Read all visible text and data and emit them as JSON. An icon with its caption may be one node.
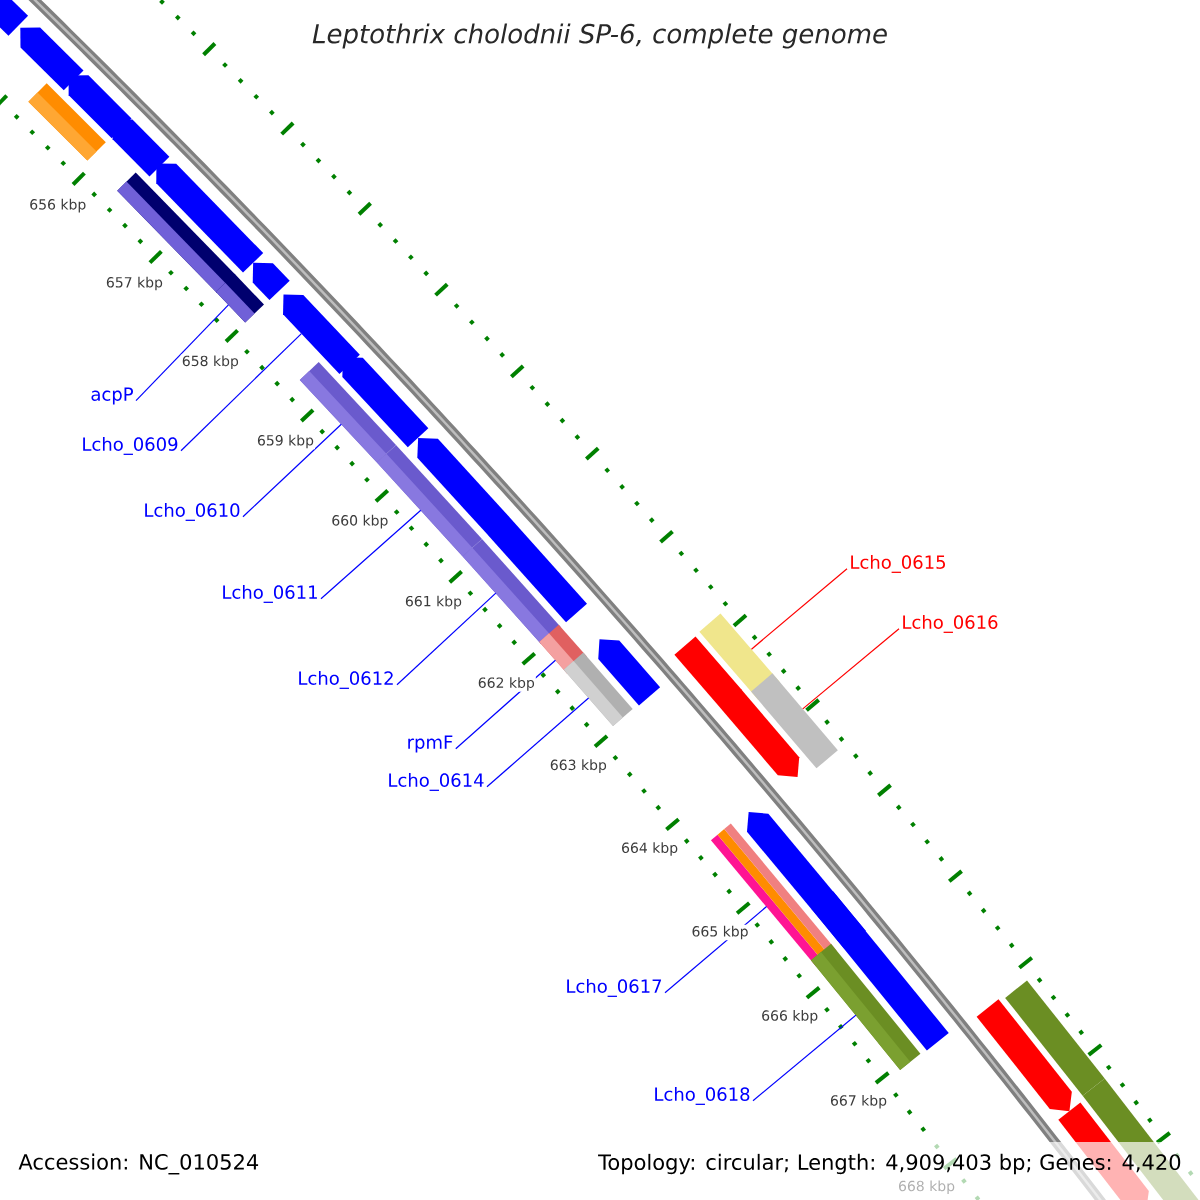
{
  "diagram": {
    "title": "Leptothrix cholodnii SP-6, complete genome",
    "nodes": [
      {
        "text": [
          "acpP"
        ]
      },
      {
        "text": [
          "Lcho_0609"
        ]
      },
      {
        "text": [
          "Lcho_0610"
        ]
      },
      {
        "text": [
          "Lcho_0615"
        ]
      },
      {
        "text": [
          "Lcho_0611"
        ]
      },
      {
        "text": [
          "Lcho_0616"
        ]
      },
      {
        "text": [
          "Lcho_0612"
        ]
      },
      {
        "text": [
          "rpmF"
        ]
      },
      {
        "text": [
          "Lcho_0614"
        ]
      },
      {
        "text": [
          "Lcho_0617"
        ]
      },
      {
        "text": [
          "Lcho_0618"
        ]
      },
      {
        "text": [],
        "shape": "bar"
      },
      {
        "text": [],
        "shape": "bar"
      },
      {
        "text": [],
        "shape": "bar"
      },
      {
        "text": [],
        "shape": "bar"
      },
      {
        "text": [],
        "shape": "bar"
      },
      {
        "text": [],
        "shape": "bar"
      },
      {
        "text": [],
        "shape": "bar"
      },
      {
        "text": [],
        "shape": "bar"
      },
      {
        "text": [],
        "shape": "bar"
      },
      {
        "text": [],
        "shape": "bar"
      },
      {
        "text": [],
        "shape": "bar"
      },
      {
        "text": [],
        "shape": "bar"
      },
      {
        "text": [],
        "shape": "bar"
      },
      {
        "text": [],
        "shape": "bar"
      },
      {
        "text": [],
        "shape": "bar"
      },
      {
        "text": [],
        "shape": "bar"
      },
      {
        "text": [],
        "shape": "bar"
      },
      {
        "text": [],
        "shape": "bar"
      },
      {
        "text": [],
        "shape": "bar"
      },
      {
        "text": [],
        "shape": "bar"
      },
      {
        "text": [],
        "shape": "bar"
      },
      {
        "text": [],
        "shape": "bar"
      },
      {
        "text": [],
        "shape": "bar"
      },
      {
        "text": [],
        "shape": "bar"
      },
      {
        "text": [],
        "shape": "bar"
      },
      {
        "text": [],
        "shape": "bar"
      },
      {
        "text": [],
        "shape": "bar"
      },
      {
        "text": [],
        "shape": "bar"
      },
      {
        "text": [],
        "shape": "bar"
      },
      {
        "text": [],
        "shape": "bar"
      },
      {
        "text": [],
        "shape": "bar"
      }
    ],
    "edges": [
      {
        "from": 0,
        "to": 18,
        "arrow": "none"
      },
      {
        "from": 1,
        "to": 20,
        "arrow": "none"
      },
      {
        "from": 2,
        "to": 21,
        "arrow": "none"
      },
      {
        "from": 3,
        "to": 31,
        "arrow": "none",
        "color": "#ff0000"
      },
      {
        "from": 4,
        "to": 23,
        "arrow": "none"
      },
      {
        "from": 5,
        "to": 33,
        "arrow": "none",
        "color": "#ff0000"
      },
      {
        "from": 6,
        "to": 26,
        "arrow": "none"
      },
      {
        "from": 7,
        "to": 27,
        "arrow": "none"
      },
      {
        "from": 8,
        "to": 28,
        "arrow": "none"
      },
      {
        "from": 9,
        "to": 34,
        "arrow": "none"
      },
      {
        "from": 10,
        "to": 37,
        "arrow": "none"
      }
    ],
    "labels": [
      "656 kbp",
      "657 kbp",
      "658 kbp",
      "659 kbp",
      "660 kbp",
      "661 kbp",
      "662 kbp",
      "663 kbp",
      "664 kbp",
      "665 kbp",
      "666 kbp",
      "667 kbp",
      "668 kbp",
      "Accession: NC_010524",
      "Topology: circular; Length: 4,909,403 bp; Genes: 4,420"
    ]
  }
}
